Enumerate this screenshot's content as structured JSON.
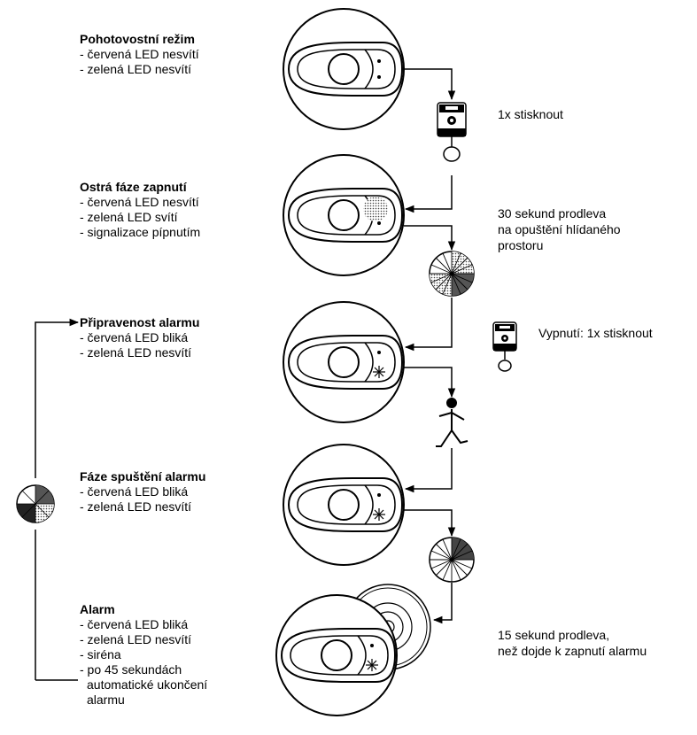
{
  "states": [
    {
      "title": "Pohotovostní režim",
      "lines": [
        "- červená LED nesvítí",
        "- zelená LED nesvítí"
      ]
    },
    {
      "title": "Ostrá fáze zapnutí",
      "lines": [
        "- červená LED nesvítí",
        "- zelená LED svítí",
        "- signalizace pípnutím"
      ]
    },
    {
      "title": "Připravenost alarmu",
      "lines": [
        "- červená LED bliká",
        "- zelená LED nesvítí"
      ]
    },
    {
      "title": "Fáze spuštění alarmu",
      "lines": [
        "- červená LED bliká",
        "- zelená LED nesvítí"
      ]
    },
    {
      "title": "Alarm",
      "lines": [
        "- červená LED bliká",
        "- zelená LED nesvítí",
        "- siréna",
        "- po 45 sekundách",
        "  automatické ukončení",
        "  alarmu"
      ]
    }
  ],
  "notes": {
    "press_once": "1x stisknout",
    "delay_30": [
      "30 sekund prodleva",
      "na opuštění hlídaného",
      "prostoru"
    ],
    "disarm": "Vypnutí: 1x stisknout",
    "delay_15": [
      "15 sekund prodleva,",
      "než dojde k zapnutí alarmu"
    ]
  },
  "icons": {
    "device": "alarm-detector-icon",
    "remote": "remote-keyfob-icon",
    "timer": "timer-dial-icon",
    "person": "walking-person-icon",
    "siren": "siren-icon"
  }
}
